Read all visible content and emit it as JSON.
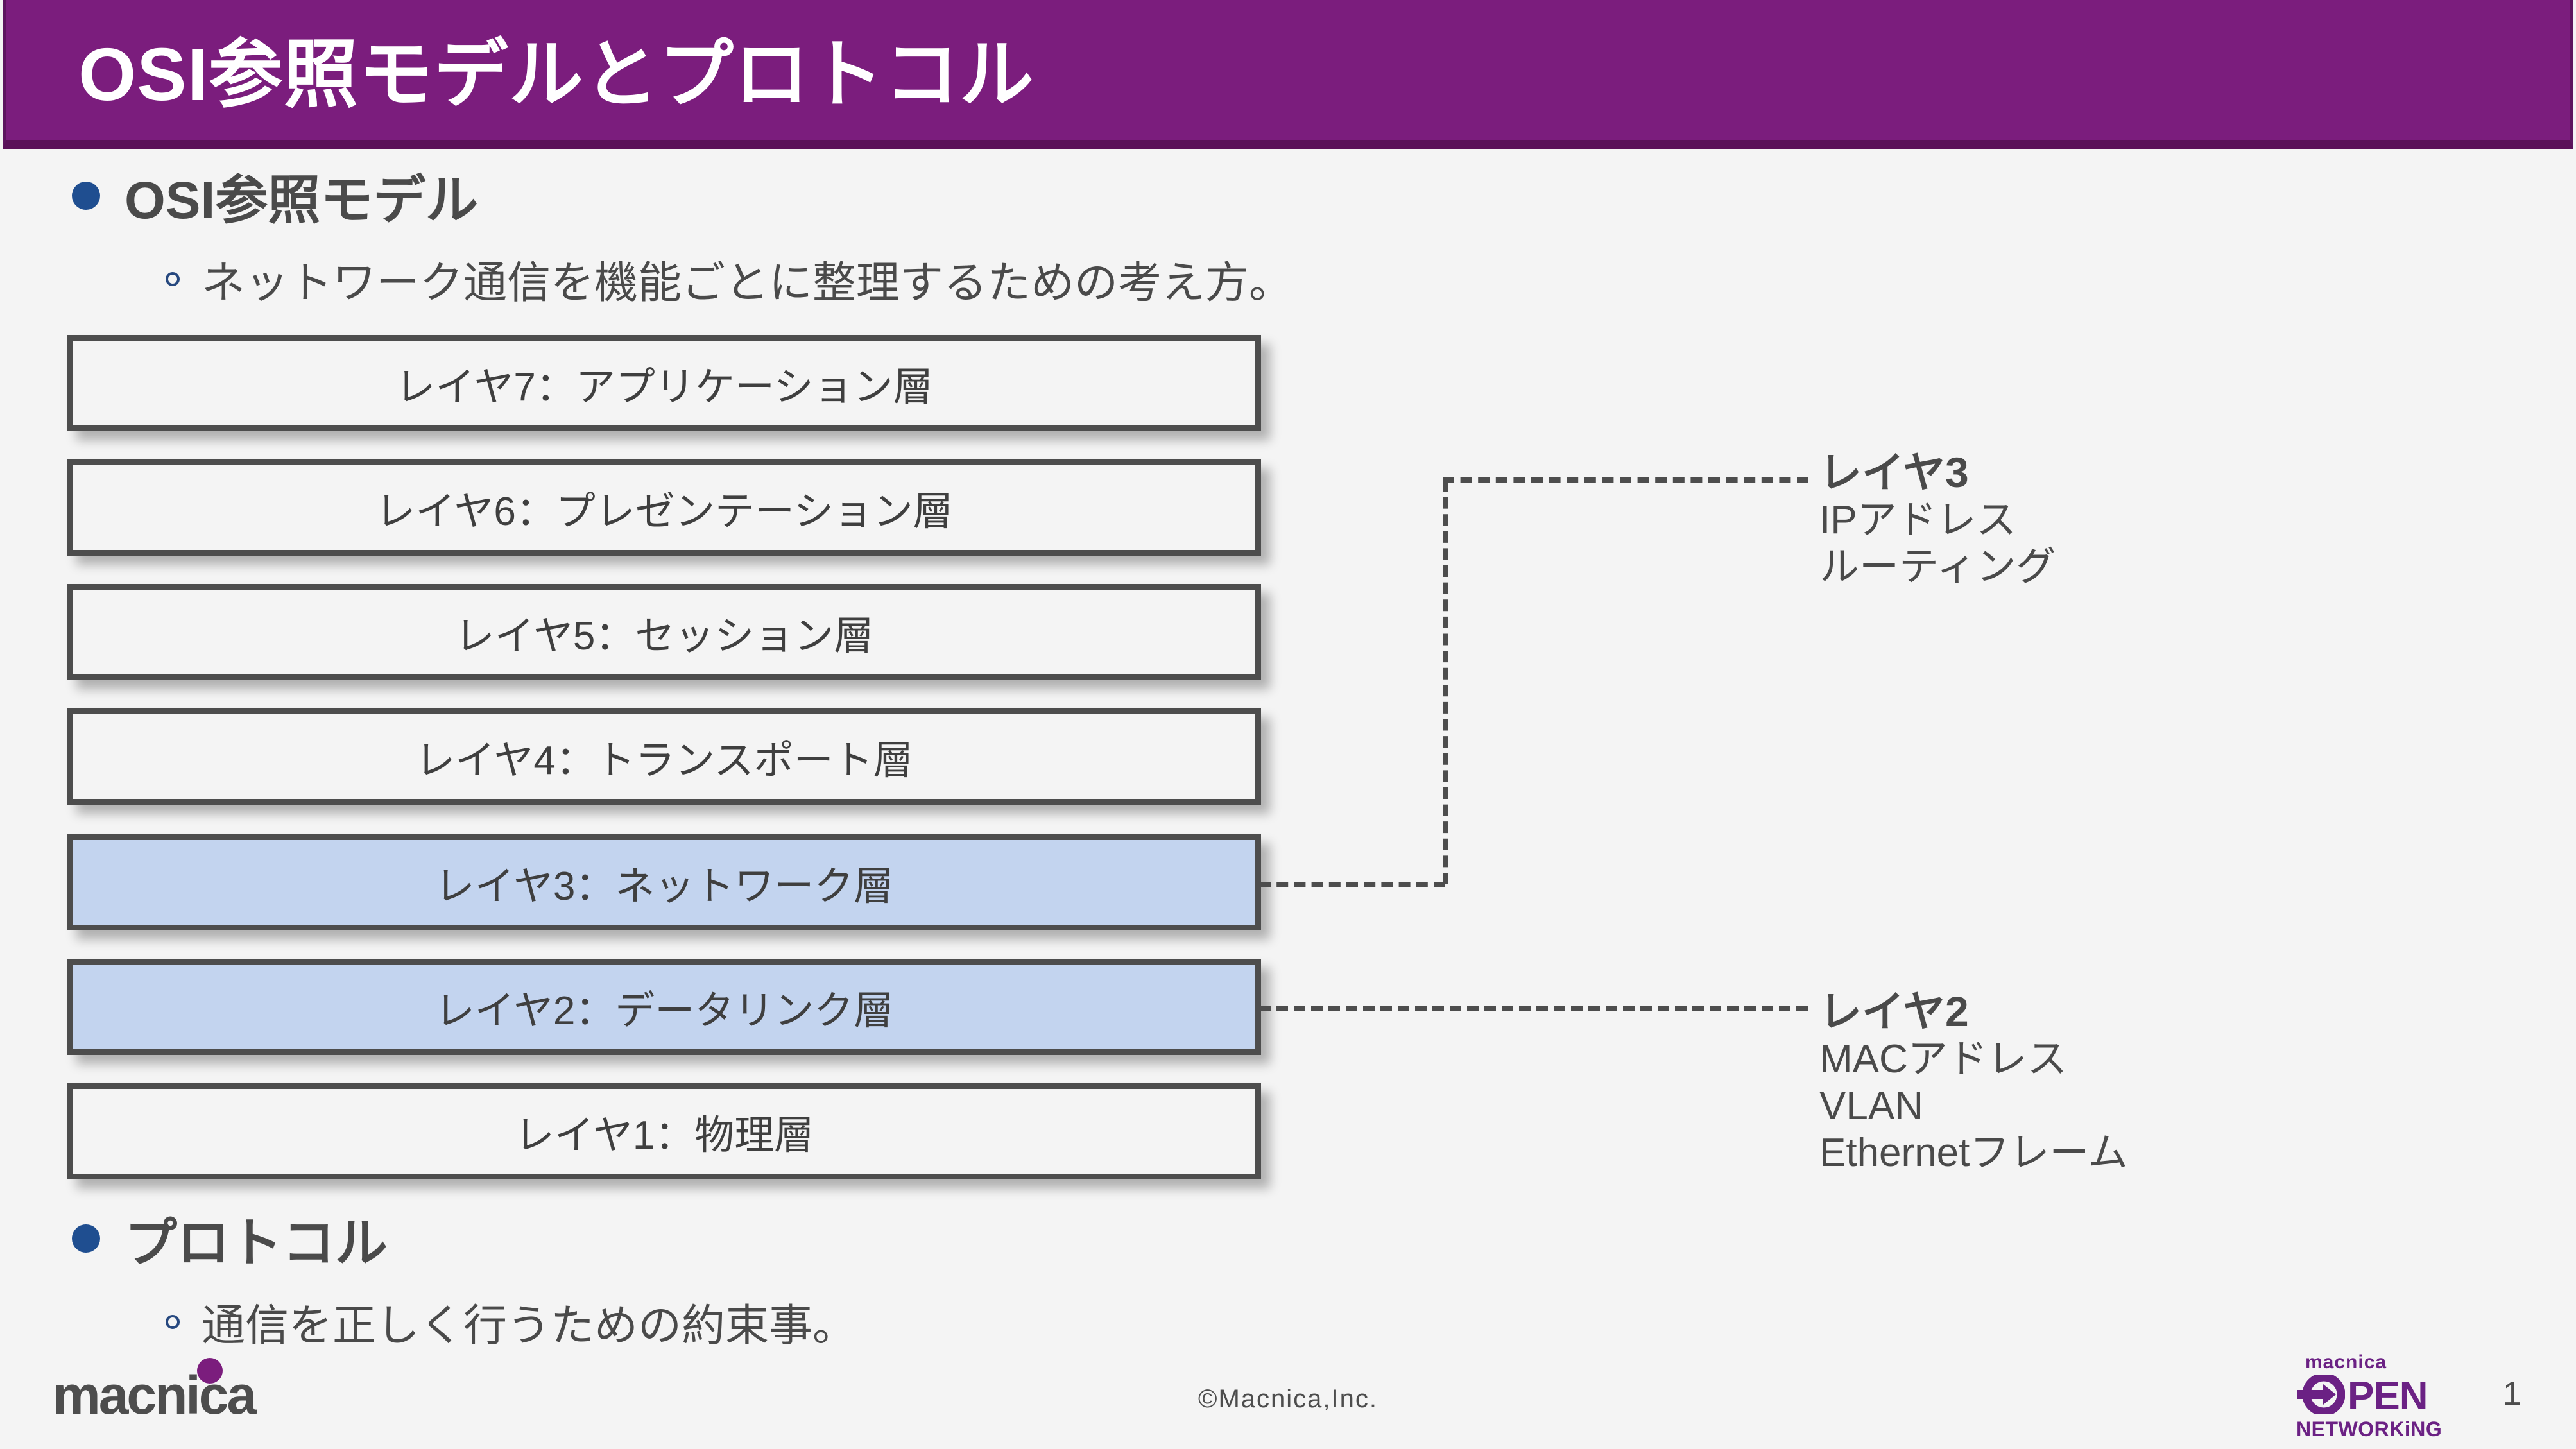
{
  "slide": {
    "title": "OSI参照モデルとプロトコル",
    "banner_color": "#7b1d7d",
    "background_color": "#f4f4f4"
  },
  "sections": [
    {
      "bullet": "OSI参照モデル",
      "sub": "ネットワーク通信を機能ごとに整理するための考え方。"
    },
    {
      "bullet": "プロトコル",
      "sub": "通信を正しく行うための約束事。"
    }
  ],
  "osi_stack": {
    "highlight_color": "#c3d4ef",
    "border_color": "#4d4d4d",
    "layers": [
      {
        "label": "レイヤ7：アプリケーション層",
        "highlighted": false
      },
      {
        "label": "レイヤ6：プレゼンテーション層",
        "highlighted": false
      },
      {
        "label": "レイヤ5：セッション層",
        "highlighted": false
      },
      {
        "label": "レイヤ4：トランスポート層",
        "highlighted": false
      },
      {
        "label": "レイヤ3：ネットワーク層",
        "highlighted": true
      },
      {
        "label": "レイヤ2：データリンク層",
        "highlighted": true
      },
      {
        "label": "レイヤ1：物理層",
        "highlighted": false
      }
    ]
  },
  "annotations": [
    {
      "title": "レイヤ3",
      "lines": [
        "IPアドレス",
        "ルーティング"
      ]
    },
    {
      "title": "レイヤ2",
      "lines": [
        "MACアドレス",
        "VLAN",
        "Ethernetフレーム"
      ]
    }
  ],
  "footer": {
    "brand_wordmark": "macnica",
    "copyright": "©Macnica,Inc.",
    "open_networking": {
      "top": "macnica",
      "main": "PEN",
      "bottom": "NETWORKiNG",
      "color": "#6b2184"
    },
    "page_number": "1"
  }
}
